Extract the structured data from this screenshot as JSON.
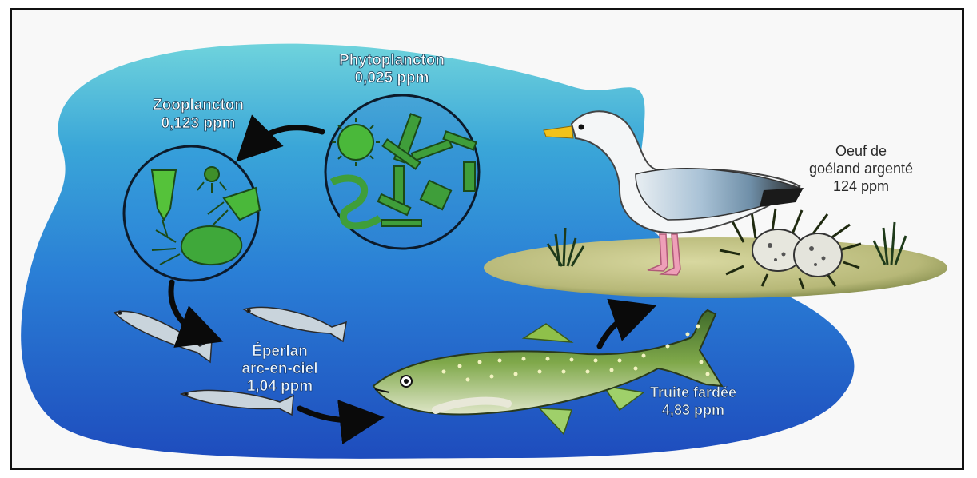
{
  "labels": {
    "phyto_name": "Phytoplancton",
    "phyto_ppm": "0,025 ppm",
    "zoo_name": "Zooplancton",
    "zoo_ppm": "0,123 ppm",
    "egg_line1": "Oeuf de",
    "egg_line2": "goéland argenté",
    "egg_ppm": "124 ppm",
    "smelt_line1": "Éperlan",
    "smelt_line2": "arc-en-ciel",
    "smelt_ppm": "1,04 ppm",
    "trout_name": "Truite fardée",
    "trout_ppm": "4,83 ppm"
  },
  "colors": {
    "water_top": "#5fc9d8",
    "water_mid": "#2a86d8",
    "water_bottom": "#1f4fbf",
    "plankton": "#3fae3a",
    "island": "#c9c98a",
    "arrow": "#0a0a0a",
    "label_light": "#e8f4ff",
    "label_dark": "#2a2a2a"
  },
  "icons": {
    "gull": "herring-gull-icon",
    "trout": "trout-fish-icon",
    "smelt": "smelt-fish-icon",
    "egg": "egg-icon"
  }
}
